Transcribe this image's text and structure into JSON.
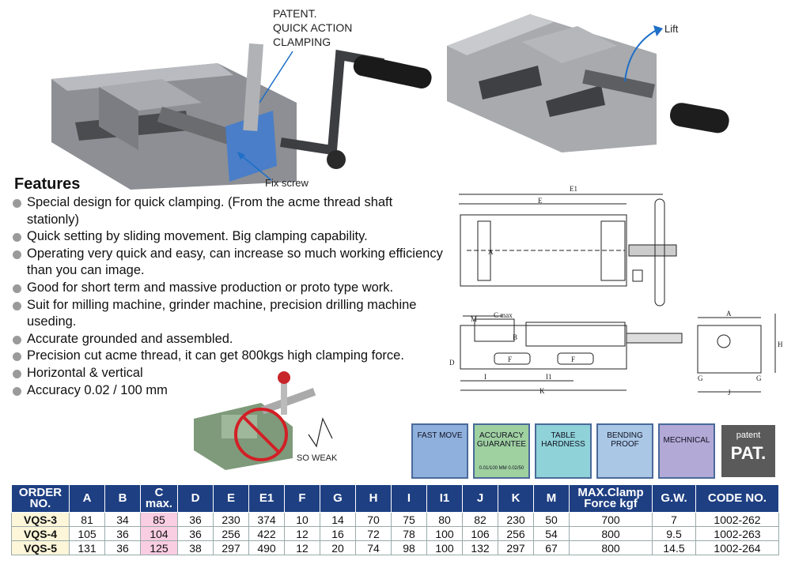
{
  "callouts": {
    "patent": [
      "PATENT.",
      "QUICK ACTION",
      "CLAMPING"
    ],
    "fix_screw": "Fix screw",
    "lift": "Lift",
    "so_weak": "SO WEAK"
  },
  "features": {
    "title": "Features",
    "items": [
      "Special design for quick clamping. (From the acme thread shaft stationly)",
      "Quick setting by sliding movement. Big clamping capability.",
      "Operating very quick and easy, can increase so much working efficiency than you can image.",
      "Good for short term and massive production or proto type work.",
      "Suit for milling machine, grinder machine, precision drilling machine useding.",
      "Accurate grounded and assembled.",
      "Precision cut acme thread, it can get 800kgs high clamping force.",
      "Horizontal & vertical",
      "Accuracy 0.02 / 100 mm"
    ]
  },
  "drawing_labels": {
    "e1": "E1",
    "e": "E",
    "a": "A",
    "m": "M",
    "cmax": "C max",
    "b": "B",
    "d": "D",
    "f1": "F",
    "f2": "F",
    "i": "I",
    "i1": "I1",
    "k": "K",
    "a2": "A",
    "h": "H",
    "g1": "G",
    "g2": "G",
    "j": "J"
  },
  "badges": [
    {
      "label": "FAST MOVE",
      "color": "#8fb0dc"
    },
    {
      "label": "ACCURACY GUARANTEE",
      "sub": "0.01/100 MM 0.02/50",
      "color": "#9fd0a0"
    },
    {
      "label": "TABLE HARDNESS",
      "color": "#8fd2d8"
    },
    {
      "label": "BENDING PROOF",
      "color": "#aac8e6"
    },
    {
      "label": "MECHNICAL",
      "color": "#b2a9d6"
    },
    {
      "label": "patent",
      "big": "PAT.",
      "color": "#5a5a5a"
    }
  ],
  "table": {
    "headers": [
      "ORDER NO.",
      "A",
      "B",
      "C max.",
      "D",
      "E",
      "E1",
      "F",
      "G",
      "H",
      "I",
      "I1",
      "J",
      "K",
      "M",
      "MAX.Clamp Force kgf",
      "G.W.",
      "CODE NO."
    ],
    "rows": [
      [
        "VQS-3",
        "81",
        "34",
        "85",
        "36",
        "230",
        "374",
        "10",
        "14",
        "70",
        "75",
        "80",
        "82",
        "230",
        "50",
        "700",
        "7",
        "1002-262"
      ],
      [
        "VQS-4",
        "105",
        "36",
        "104",
        "36",
        "256",
        "422",
        "12",
        "16",
        "72",
        "78",
        "100",
        "106",
        "256",
        "54",
        "800",
        "9.5",
        "1002-263"
      ],
      [
        "VQS-5",
        "131",
        "36",
        "125",
        "38",
        "297",
        "490",
        "12",
        "20",
        "74",
        "98",
        "100",
        "132",
        "297",
        "67",
        "800",
        "14.5",
        "1002-264"
      ]
    ]
  }
}
